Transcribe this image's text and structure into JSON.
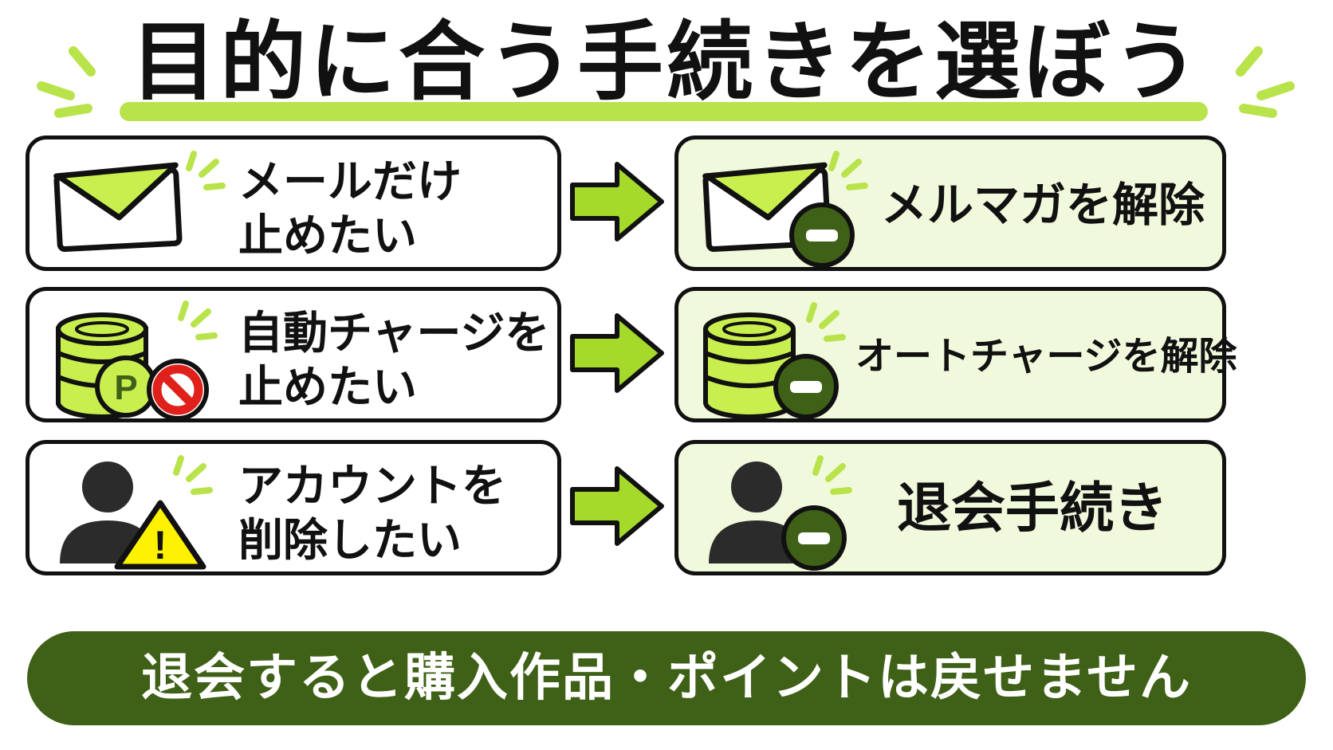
{
  "title": "目的に合う手続きを選ぼう",
  "colors": {
    "accent": "#b9e34a",
    "accent_light": "#f1f9dc",
    "dark_green": "#3f6117",
    "warning_yellow": "#fff200",
    "prohibit_red": "#e0201b"
  },
  "rows": [
    {
      "want_text": "メールだけ\n止めたい",
      "want_icon": "envelope-icon",
      "result_text": "メルマガを解除",
      "result_icon": "envelope-minus-icon"
    },
    {
      "want_text": "自動チャージを\n止めたい",
      "want_icon": "coin-stack-prohibit-icon",
      "coin_letter": "P",
      "result_text": "オートチャージを解除",
      "result_icon": "coin-stack-minus-icon"
    },
    {
      "want_text": "アカウントを\n削除したい",
      "want_icon": "user-warning-icon",
      "warning_mark": "!",
      "result_text": "退会手続き",
      "result_icon": "user-minus-icon"
    }
  ],
  "footer": {
    "text": "退会すると購入作品・ポイントは戻せません"
  }
}
